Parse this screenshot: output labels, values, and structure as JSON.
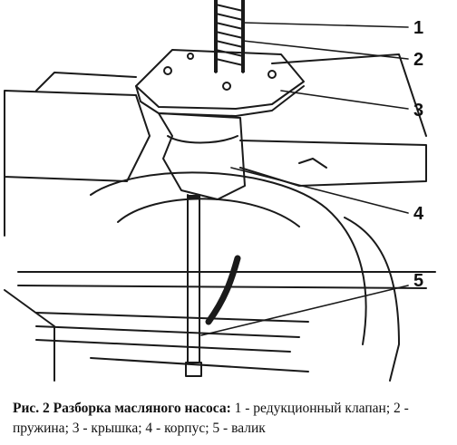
{
  "figure": {
    "callouts": [
      "1",
      "2",
      "3",
      "4",
      "5"
    ]
  },
  "caption": {
    "fig_label": "Рис. 2",
    "title": "Разборка масляного насоса:",
    "items": [
      "1 - редукционный клапан;",
      "2 - пружина;",
      "3 - крышка;",
      "4 - корпус;",
      "5 - валик"
    ]
  }
}
